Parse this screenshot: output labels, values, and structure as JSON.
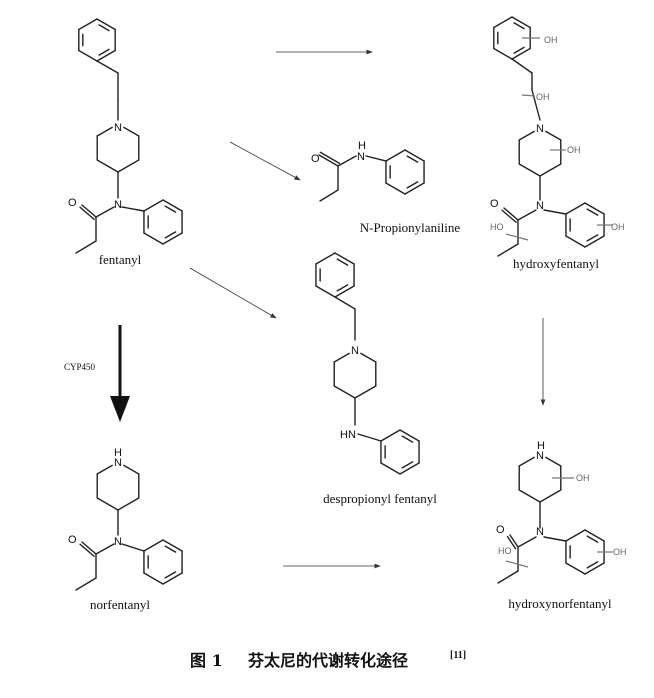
{
  "atoms": {
    "N": "N",
    "O": "O",
    "OH": "OH",
    "HO": "HO",
    "HN": "HN",
    "H": "H"
  },
  "compounds": {
    "fentanyl": "fentanyl",
    "n_propionylaniline": "N-Propionylaniline",
    "hydroxyfentanyl": "hydroxyfentanyl",
    "despropionyl_fentanyl": "despropionyl fentanyl",
    "norfentanyl": "norfentanyl",
    "hydroxynorfentanyl": "hydroxynorfentanyl"
  },
  "enzyme": "CYP450",
  "caption": {
    "figure": "图 1",
    "title": "芬太尼的代谢转化途径",
    "ref": "[11]"
  }
}
